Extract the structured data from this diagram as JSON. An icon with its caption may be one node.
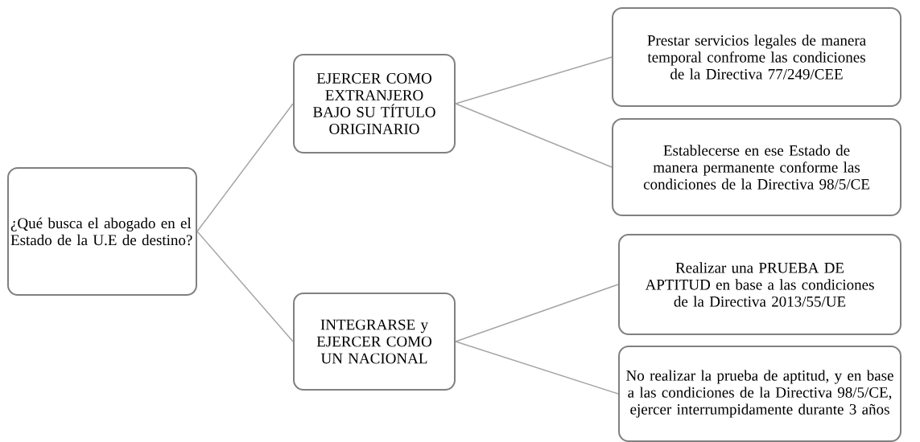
{
  "diagram": {
    "nodes": [
      {
        "text": [
          "¿Qué busca el abogado en el Estado de la U.E de destino?"
        ]
      },
      {
        "text": [
          "EJERCER COMO EXTRANJERO BAJO SU TÍTULO ORIGINARIO"
        ]
      },
      {
        "text": [
          "INTEGRARSE y EJERCER COMO UN NACIONAL"
        ]
      },
      {
        "text": [
          "Prestar servicios legales de manera temporal confrome las condiciones de la Directiva 77/249/CEE"
        ]
      },
      {
        "text": [
          "Establecerse en ese Estado de manera permanente conforme las condiciones de la Directiva 98/5/CE"
        ]
      },
      {
        "text": [
          "Realizar una PRUEBA DE APTITUD en base a las condiciones de la Directiva 2013/55/UE"
        ]
      },
      {
        "text": [
          "No realizar la prueba de aptitud, y en base a las condiciones de la Directiva 98/5/CE, ejercer interrumpidamente durante 3 años"
        ]
      }
    ],
    "edges": [
      {
        "from": 0,
        "to": 1,
        "arrow": "none"
      },
      {
        "from": 0,
        "to": 2,
        "arrow": "none"
      },
      {
        "from": 1,
        "to": 3,
        "arrow": "none"
      },
      {
        "from": 1,
        "to": 4,
        "arrow": "none"
      },
      {
        "from": 2,
        "to": 5,
        "arrow": "none"
      },
      {
        "from": 2,
        "to": 6,
        "arrow": "none"
      }
    ]
  }
}
